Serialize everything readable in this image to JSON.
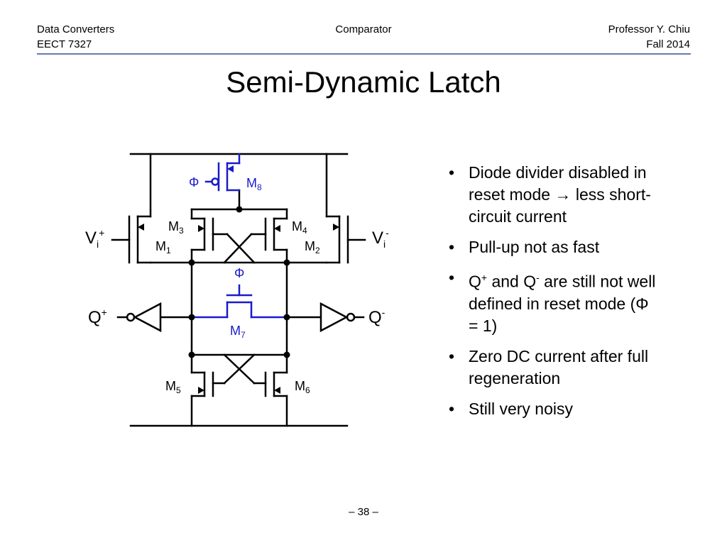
{
  "header": {
    "left_line1": "Data Converters",
    "left_line2": "EECT 7327",
    "center": "Comparator",
    "right_line1": "Professor Y. Chiu",
    "right_line2": "Fall 2014"
  },
  "title": "Semi-Dynamic Latch",
  "bullets": [
    {
      "text": "Diode divider disabled in reset mode → less short-circuit current"
    },
    {
      "text": "Pull-up not as fast"
    },
    {
      "q1": "Q",
      "q1_sup": "+",
      "mid": " and Q",
      "q2_sup": "-",
      "tail": " are still not well defined in reset mode (Φ = 1)"
    },
    {
      "text": "Zero DC current after full regeneration"
    },
    {
      "text": "Still very noisy"
    }
  ],
  "schematic": {
    "labels": {
      "phi_top": "Φ",
      "m8": "M",
      "m8_sub": "8",
      "m3": "M",
      "m3_sub": "3",
      "m4": "M",
      "m4_sub": "4",
      "m1": "M",
      "m1_sub": "1",
      "m2": "M",
      "m2_sub": "2",
      "vip": "V",
      "vip_sub": "i",
      "vip_sup": "+",
      "vin": "V",
      "vin_sub": "i",
      "vin_sup": "-",
      "phi_mid": "Φ",
      "m7": "M",
      "m7_sub": "7",
      "qp": "Q",
      "qp_sup": "+",
      "qn": "Q",
      "qn_sup": "-",
      "m5": "M",
      "m5_sub": "5",
      "m6": "M",
      "m6_sub": "6"
    }
  },
  "footer": {
    "page": "– 38 –"
  },
  "colors": {
    "accent": "#1a1acc",
    "header_rule": "#6b78b0",
    "ink": "#000000"
  }
}
